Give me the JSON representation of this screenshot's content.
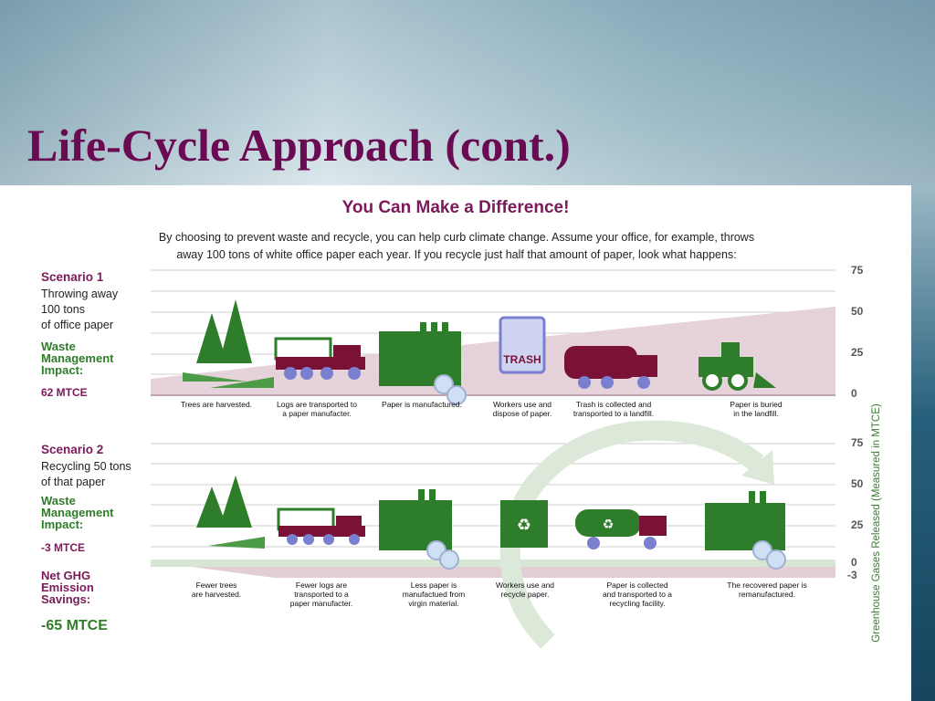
{
  "slide": {
    "title": "Life-Cycle Approach (cont.)"
  },
  "figure": {
    "headline": "You Can Make a Difference!",
    "intro_line1": "By choosing to prevent waste and recycle, you can help curb climate change. Assume your office, for example, throws",
    "intro_line2": "away 100 tons of white office paper each year. If you recycle just half that amount of paper, look what happens:",
    "y_axis_label": "Greenhouse Gases Released (Measured in MTCE)",
    "scenario1": {
      "name": "Scenario 1",
      "line1": "Throwing away",
      "line2": "100 tons",
      "line3": "of office paper",
      "wm1": "Waste",
      "wm2": "Management",
      "wm3": "Impact:",
      "value": "62 MTCE",
      "ticks": [
        "75",
        "50",
        "25",
        "0"
      ],
      "captions": [
        {
          "l1": "Trees are harvested.",
          "l2": ""
        },
        {
          "l1": "Logs are transported to",
          "l2": "a paper manufacter."
        },
        {
          "l1": "Paper is manufactured.",
          "l2": ""
        },
        {
          "l1": "Workers use and",
          "l2": "dispose of paper."
        },
        {
          "l1": "Trash is collected and",
          "l2": "transported to a landfill."
        },
        {
          "l1": "Paper is buried",
          "l2": "in the landfill."
        }
      ],
      "trash_label": "TRASH"
    },
    "scenario2": {
      "name": "Scenario 2",
      "line1": "Recycling 50 tons",
      "line2": "of that paper",
      "wm1": "Waste",
      "wm2": "Management",
      "wm3": "Impact:",
      "value": "-3 MTCE",
      "ticks": [
        "75",
        "50",
        "25",
        "0",
        "-3"
      ],
      "captions": [
        {
          "l1": "Fewer trees",
          "l2": "are harvested.",
          "l3": ""
        },
        {
          "l1": "Fewer logs are",
          "l2": "transported to a",
          "l3": "paper manufacter."
        },
        {
          "l1": "Less paper is",
          "l2": "manufactued from",
          "l3": "virgin material."
        },
        {
          "l1": "Workers use and",
          "l2": "recycle paper.",
          "l3": ""
        },
        {
          "l1": "Paper is collected",
          "l2": "and transported to a",
          "l3": "recycling facility."
        },
        {
          "l1": "The recovered paper is",
          "l2": "remanufactured.",
          "l3": ""
        }
      ]
    },
    "net": {
      "l1": "Net GHG",
      "l2": "Emission",
      "l3": "Savings:",
      "value": "-65 MTCE"
    },
    "colors": {
      "maroon": "#7b1a5a",
      "green": "#2f7d2a",
      "band": "#e3cdd6",
      "truck_maroon": "#7a1238",
      "blue": "#7a7fd0"
    }
  }
}
